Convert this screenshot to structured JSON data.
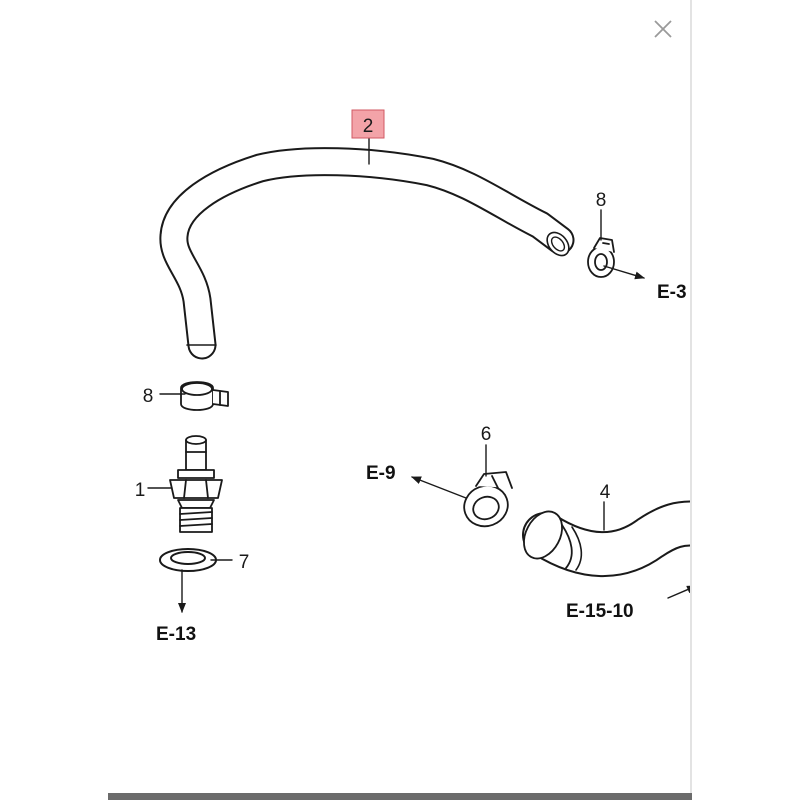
{
  "toolbar": {
    "close_icon": "close-icon"
  },
  "diagram": {
    "part_labels": {
      "highlight": "2",
      "clamp_right": "8",
      "clamp_left": "8",
      "valve": "1",
      "washer": "7",
      "clamp_lower": "6",
      "hose_lower": "4"
    },
    "references": {
      "right_top": "E-3",
      "left_mid": "E-9",
      "bottom_left": "E-13",
      "bottom_right": "E-15-10"
    },
    "colors": {
      "highlight_fill": "#f3a3a8",
      "highlight_border": "#d05a63",
      "line": "#1a1a1a"
    }
  }
}
